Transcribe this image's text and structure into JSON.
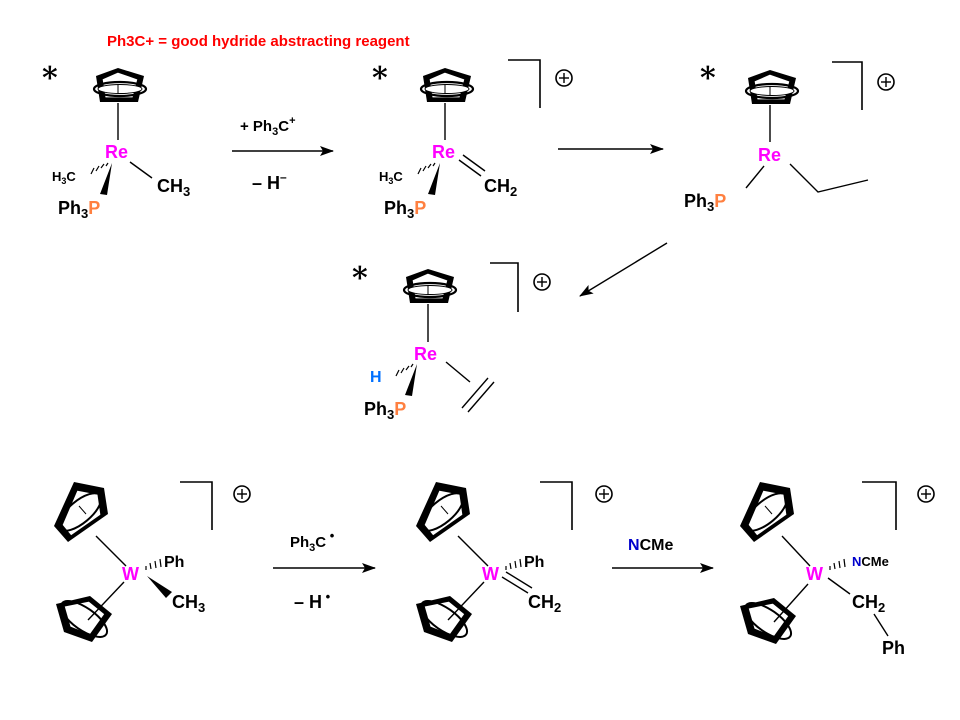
{
  "note": {
    "formula": "Ph3C+",
    "text": " = good hydride abstracting reagent"
  },
  "labels": {
    "star": "*",
    "re": "Re",
    "w": "W",
    "ph3": "Ph",
    "p": "P",
    "h3c": "H3C",
    "ch3": "CH3",
    "ch2": "CH2",
    "h": "H",
    "ph": "Ph",
    "ncme": "NCMe",
    "plus": "+"
  },
  "arrows": {
    "re_reagent": "+ Ph3C+",
    "re_loss": "– H–",
    "w_reagent": "Ph3C•",
    "w_loss": "– H•",
    "w_reagent2": "NCMe"
  },
  "colors": {
    "note": "#ff0000",
    "rhenium": "#ff00ff",
    "phosphorus": "#ff8040",
    "hydride": "#0070ff",
    "nitrogen": "#0000cc"
  }
}
